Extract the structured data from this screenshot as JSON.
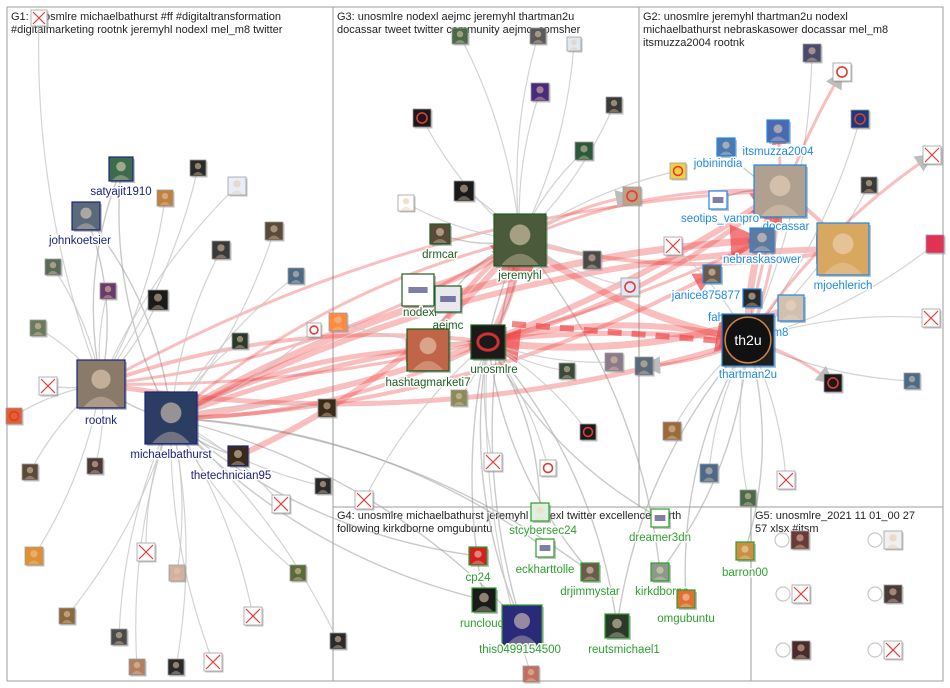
{
  "colors": {
    "g1": "#1a237e",
    "g2": "#1e88e5",
    "g3": "#1b5e20",
    "g4": "#2e9e2e",
    "edge_red": "#ee4444",
    "edge_gray": "#9e9e9e",
    "panel_border": "#9e9e9e"
  },
  "panels": [
    {
      "id": "g1",
      "lines": [
        "G1: unosmlre michaelbathurst #ff #digitaltransformation",
        "#digitalmarketing rootnk jeremyhl nodexl mel_m8 twitter"
      ]
    },
    {
      "id": "g3",
      "lines": [
        "G3: unosmlre nodexl aejmc jeremyhl thartman2u",
        "docassar tweet twitter community aejmc_comsher"
      ]
    },
    {
      "id": "g2",
      "lines": [
        "G2: unosmlre jeremyhl thartman2u nodexl",
        "michaelbathurst nebraskasower docassar mel_m8",
        "itsmuzza2004 rootnk"
      ]
    },
    {
      "id": "g4",
      "lines": [
        "G4: unosmlre michaelbathurst jeremyhl nodexl twitter excellence worth",
        "following kirkdborne omgubuntu"
      ]
    },
    {
      "id": "g5",
      "lines": [
        "G5: unosmlre_2021 11 01_00 27",
        "57 xlsx #itsm"
      ]
    }
  ],
  "nodes": [
    {
      "id": "satyajit1910",
      "label": "satyajit1910",
      "group": "g1"
    },
    {
      "id": "johnkoetsier",
      "label": "johnkoetsier",
      "group": "g1"
    },
    {
      "id": "rootnk",
      "label": "rootnk",
      "group": "g1"
    },
    {
      "id": "michaelbathurst",
      "label": "michaelbathurst",
      "group": "g1"
    },
    {
      "id": "thetechnician95",
      "label": "thetechnician95",
      "group": "g1"
    },
    {
      "id": "drmcar",
      "label": "drmcar",
      "group": "g3"
    },
    {
      "id": "jeremyhl",
      "label": "jeremyhl",
      "group": "g3"
    },
    {
      "id": "nodexl",
      "label": "nodexl",
      "group": "g3"
    },
    {
      "id": "aejmc",
      "label": "aejmc",
      "group": "g3"
    },
    {
      "id": "hashtagmarketi7",
      "label": "hashtagmarketi7",
      "group": "g3"
    },
    {
      "id": "unosmlre",
      "label": "unosmlre",
      "group": "g3"
    },
    {
      "id": "itsmuzza2004",
      "label": "itsmuzza2004",
      "group": "g2"
    },
    {
      "id": "jobinindia",
      "label": "jobinindia",
      "group": "g2"
    },
    {
      "id": "docassar",
      "label": "docassar",
      "group": "g2"
    },
    {
      "id": "seotips_vanpro",
      "label": "seotips_vanpro",
      "group": "g2"
    },
    {
      "id": "nebraskasower",
      "label": "nebraskasower",
      "group": "g2"
    },
    {
      "id": "janice875877",
      "label": "janice875877",
      "group": "g2"
    },
    {
      "id": "mjoehlerich",
      "label": "mjoehlerich",
      "group": "g2"
    },
    {
      "id": "fah",
      "label": "fah",
      "group": "g2"
    },
    {
      "id": "mel_m8",
      "label": "mel_m8",
      "group": "g2"
    },
    {
      "id": "thartman2u",
      "label": "thartman2u",
      "group": "g2"
    },
    {
      "id": "stcybersec24",
      "label": "stcybersec24",
      "group": "g4"
    },
    {
      "id": "dreamer3dn",
      "label": "dreamer3dn",
      "group": "g4"
    },
    {
      "id": "eckharttolle",
      "label": "eckharttolle",
      "group": "g4"
    },
    {
      "id": "cp24",
      "label": "cp24",
      "group": "g4"
    },
    {
      "id": "drjimmystar",
      "label": "drjimmystar",
      "group": "g4"
    },
    {
      "id": "kirkdborne",
      "label": "kirkdborne",
      "group": "g4"
    },
    {
      "id": "barron00",
      "label": "barron00",
      "group": "g4"
    },
    {
      "id": "omgubuntu",
      "label": "omgubuntu",
      "group": "g4"
    },
    {
      "id": "runcloud",
      "label": "runcloud",
      "group": "g4"
    },
    {
      "id": "this0499154500",
      "label": "this0499154500",
      "group": "g4"
    },
    {
      "id": "reutsmichael1",
      "label": "reutsmichael1",
      "group": "g4"
    }
  ],
  "edge_pairs": {
    "strong": [
      [
        "michaelbathurst",
        "jeremyhl"
      ],
      [
        "michaelbathurst",
        "unosmlre"
      ],
      [
        "michaelbathurst",
        "thartman2u"
      ],
      [
        "michaelbathurst",
        "docassar"
      ],
      [
        "michaelbathurst",
        "nebraskasower"
      ],
      [
        "rootnk",
        "jeremyhl"
      ],
      [
        "rootnk",
        "unosmlre"
      ],
      [
        "rootnk",
        "thartman2u"
      ],
      [
        "unosmlre",
        "thartman2u"
      ],
      [
        "jeremyhl",
        "thartman2u"
      ],
      [
        "jeremyhl",
        "docassar"
      ],
      [
        "jeremyhl",
        "mjoehlerich"
      ],
      [
        "hashtagmarketi7",
        "jeremyhl"
      ],
      [
        "nodexl",
        "jeremyhl"
      ],
      [
        "thartman2u",
        "docassar"
      ],
      [
        "thartman2u",
        "itsmuzza2004"
      ],
      [
        "docassar",
        "mjoehlerich"
      ],
      [
        "unosmlre",
        "docassar"
      ],
      [
        "michaelbathurst",
        "mjoehlerich"
      ],
      [
        "unosmlre",
        "jeremyhl"
      ],
      [
        "rootnk",
        "docassar"
      ],
      [
        "michaelbathurst",
        "janice875877"
      ],
      [
        "michaelbathurst",
        "hashtagmarketi7"
      ],
      [
        "thetechnician95",
        "jeremyhl"
      ],
      [
        "mel_m8",
        "unosmlre"
      ],
      [
        "rootnk",
        "nebraskasower"
      ]
    ],
    "weak": [
      [
        "michaelbathurst",
        "satyajit1910"
      ],
      [
        "michaelbathurst",
        "johnkoetsier"
      ],
      [
        "michaelbathurst",
        "rootnk"
      ],
      [
        "michaelbathurst",
        "runcloud"
      ],
      [
        "michaelbathurst",
        "this0499154500"
      ],
      [
        "michaelbathurst",
        "cp24"
      ],
      [
        "michaelbathurst",
        "eckharttolle"
      ],
      [
        "michaelbathurst",
        "thetechnician95"
      ],
      [
        "rootnk",
        "satyajit1910"
      ],
      [
        "rootnk",
        "johnkoetsier"
      ],
      [
        "jeremyhl",
        "unosmlre"
      ],
      [
        "jeremyhl",
        "this0499154500"
      ],
      [
        "jeremyhl",
        "kirkdborne"
      ],
      [
        "unosmlre",
        "this0499154500"
      ],
      [
        "unosmlre",
        "reutsmichael1"
      ],
      [
        "unosmlre",
        "drjimmystar"
      ],
      [
        "thartman2u",
        "kirkdborne"
      ],
      [
        "thartman2u",
        "omgubuntu"
      ],
      [
        "thartman2u",
        "barron00"
      ],
      [
        "thartman2u",
        "reutsmichael1"
      ],
      [
        "docassar",
        "jobinindia"
      ],
      [
        "docassar",
        "seotips_vanpro"
      ],
      [
        "jeremyhl",
        "drmcar"
      ],
      [
        "jeremyhl",
        "aejmc"
      ],
      [
        "unosmlre",
        "stcybersec24"
      ],
      [
        "unosmlre",
        "dreamer3dn"
      ],
      [
        "michaelbathurst",
        "drjimmystar"
      ],
      [
        "jeremyhl",
        "runcloud"
      ]
    ]
  }
}
